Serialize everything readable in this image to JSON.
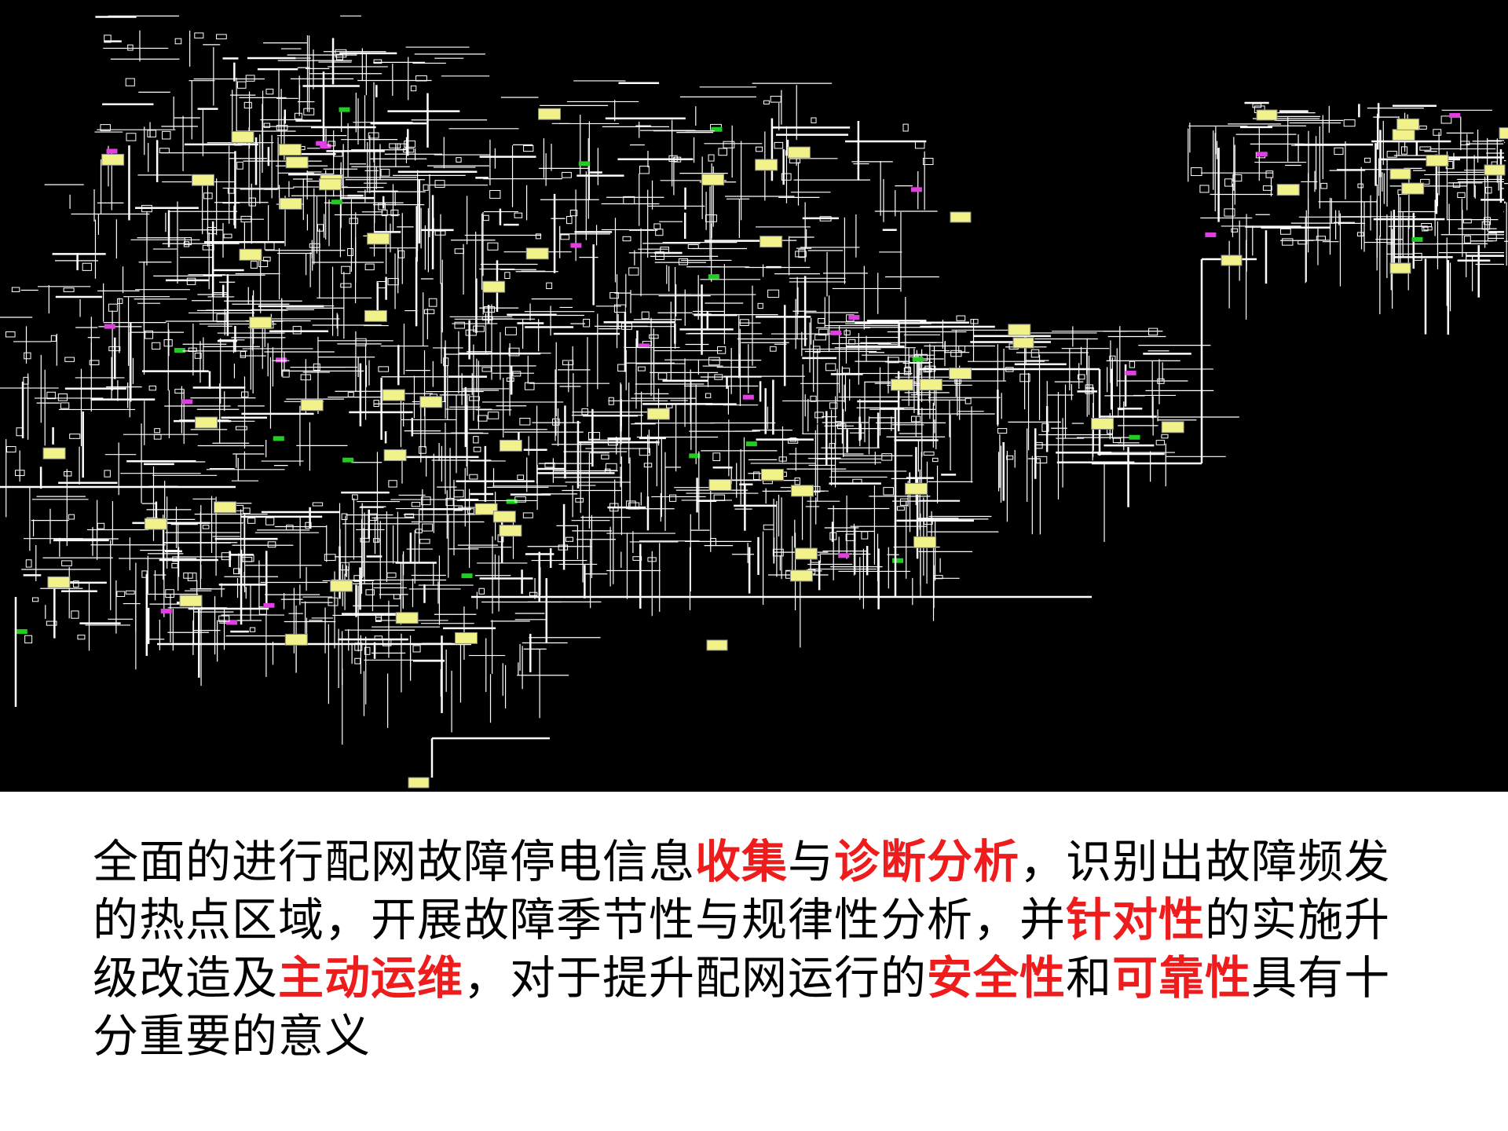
{
  "colors": {
    "background": "#000000",
    "wire": "#ffffff",
    "label_box": "#f2f28a",
    "accent_green": "#22cc22",
    "accent_magenta": "#e040e0",
    "highlight_text": "#ee1c1c",
    "body_text": "#000000"
  },
  "caption": {
    "segments": [
      {
        "text": "全面的进行配网故障停电信息",
        "highlight": false
      },
      {
        "text": "收集",
        "highlight": true
      },
      {
        "text": "与",
        "highlight": false
      },
      {
        "text": "诊断分析",
        "highlight": true
      },
      {
        "text": "，识别出故障频发的热点区域，开展故障季节性与规律性分析，并",
        "highlight": false
      },
      {
        "text": "针对性",
        "highlight": true
      },
      {
        "text": "的实施升级改造及",
        "highlight": false
      },
      {
        "text": "主动运维",
        "highlight": true
      },
      {
        "text": "，对于提升配网运行的",
        "highlight": false
      },
      {
        "text": "安全性",
        "highlight": true
      },
      {
        "text": "和",
        "highlight": false
      },
      {
        "text": "可靠性",
        "highlight": true
      },
      {
        "text": "具有十分重要的意义",
        "highlight": false
      }
    ]
  }
}
